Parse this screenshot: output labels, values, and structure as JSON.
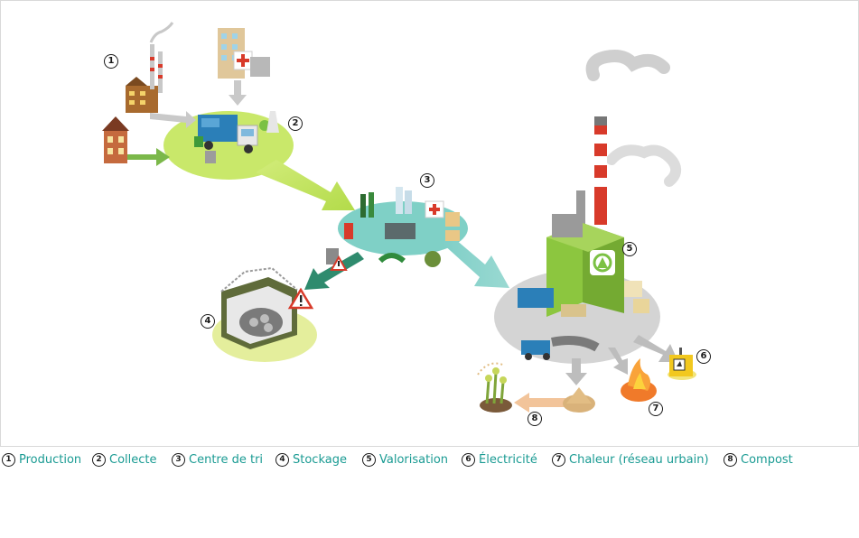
{
  "markers": [
    "1",
    "2",
    "3",
    "4",
    "5",
    "6",
    "7",
    "8"
  ],
  "legend": [
    {
      "num": "1",
      "label": "Production"
    },
    {
      "num": "2",
      "label": "Collecte"
    },
    {
      "num": "3",
      "label": "Centre de tri"
    },
    {
      "num": "4",
      "label": "Stockage"
    },
    {
      "num": "5",
      "label": "Valorisation"
    },
    {
      "num": "6",
      "label": "Électricité"
    },
    {
      "num": "7",
      "label": "Chaleur (réseau urbain)"
    },
    {
      "num": "8",
      "label": "Compost"
    }
  ],
  "colors": {
    "legend_text": "#1a9b93",
    "collect_zone": "#c9e86a",
    "sort_zone": "#7fd0c6",
    "storage_zone": "#e4ee9c",
    "plant_zone": "#d4d4d4",
    "plant_green": "#8cc63f",
    "truck_blue": "#2b7fb8"
  },
  "icons": [
    "factory-icon",
    "hospital-icon",
    "house-icon",
    "garbage-truck-icon",
    "sorting-center-icon",
    "bunker-icon",
    "hazard-icon",
    "incinerator-icon",
    "recycle-icon",
    "electricity-icon",
    "flame-icon",
    "compost-icon"
  ]
}
